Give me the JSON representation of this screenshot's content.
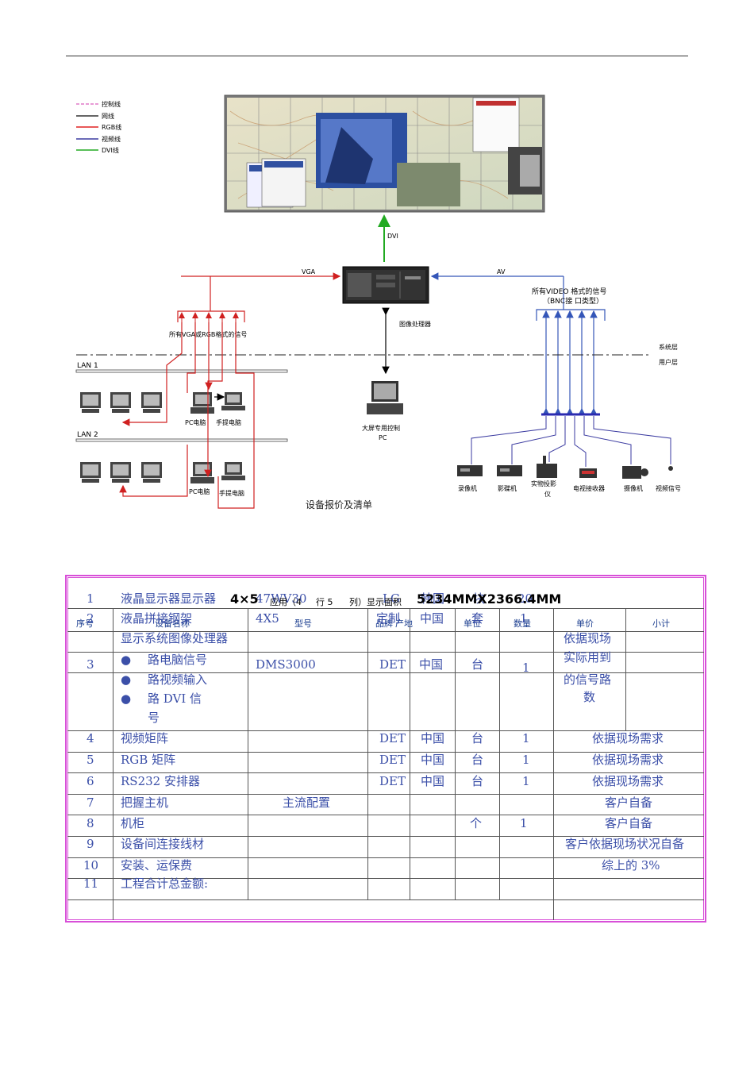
{
  "diagram": {
    "legend": [
      {
        "label": "控制线",
        "color": "#e07ac8"
      },
      {
        "label": "网线",
        "color": "#333333"
      },
      {
        "label": "RGB线",
        "color": "#e02020"
      },
      {
        "label": "视频线",
        "color": "#3a3aa0"
      },
      {
        "label": "DVI线",
        "color": "#22aa22"
      }
    ],
    "dvi_label": "DVI",
    "vga_label": "VGA",
    "av_label": "AV",
    "processor_label": "图像处理器",
    "vga_signals_label": "所有VGA或RGB格式的信号",
    "video_signals_label_1": "所有VIDEO 格式的信号",
    "video_signals_label_2": "（BNC接 口类型）",
    "system_layer": "系统层",
    "user_layer": "用户层",
    "lan1": "LAN 1",
    "lan2": "LAN 2",
    "pc_label": "PC电脑",
    "laptop_label": "手提电脑",
    "control_pc_1": "大屏专用控制",
    "control_pc_2": "PC",
    "devices": [
      "录像机",
      "影碟机",
      "实物投影",
      "电视接收器",
      "摄像机",
      "视频信号"
    ],
    "device_extra": "仪"
  },
  "caption": "设备报价及清单",
  "table": {
    "header": {
      "no": "序号",
      "name": "设备名称",
      "model": "型号",
      "brand": "品牌",
      "origin": "产地",
      "unit": "单位",
      "qty": "数量",
      "price": "单价",
      "subtotal": "小计"
    },
    "row1": {
      "no": "1",
      "name": "液晶显示器显示器",
      "model": "47WV30",
      "brand": "LG",
      "origin": "韩国",
      "unit": "块",
      "qty": "20",
      "overlay_a": "4×5",
      "overlay_b": "应用（4",
      "overlay_c": "行 5",
      "overlay_d": "列）显示面积",
      "overlay_e": "5234MMX2366.4MM"
    },
    "row2": {
      "no": "2",
      "name": "液晶拼接钢架",
      "model": "4X5",
      "brand": "定制",
      "origin": "中国",
      "unit": "套",
      "qty": "1"
    },
    "row3": {
      "no": "3",
      "name_1": "显示系统图像处理器",
      "name_2": "路电脑信号",
      "name_3": "路视频输入",
      "name_4": "路  DVI  信",
      "name_5": "号",
      "model": "DMS3000",
      "brand": "DET",
      "origin": "中国",
      "unit": "台",
      "qty": "1",
      "price_1": "依据现场",
      "price_2": "实际用到",
      "price_3": "的信号路",
      "price_4": "数"
    },
    "rows": [
      {
        "no": "4",
        "name": "视频矩阵",
        "brand": "DET",
        "origin": "中国",
        "unit": "台",
        "qty": "1",
        "price": "依据现场需求"
      },
      {
        "no": "5",
        "name": "RGB 矩阵",
        "brand": "DET",
        "origin": "中国",
        "unit": "台",
        "qty": "1",
        "price": "依据现场需求"
      },
      {
        "no": "6",
        "name": "RS232 安排器",
        "brand": "DET",
        "origin": "中国",
        "unit": "台",
        "qty": "1",
        "price": "依据现场需求"
      }
    ],
    "row7": {
      "no": "7",
      "name": "把握主机",
      "model": "主流配置",
      "price": "客户自备"
    },
    "row8": {
      "no": "8",
      "name": "机柜",
      "unit": "个",
      "qty": "1",
      "price": "客户自备"
    },
    "row9": {
      "no": "9",
      "name": "设备间连接线材",
      "price": "客户依据现场状况自备"
    },
    "row10": {
      "no": "10",
      "name": "安装、运保费",
      "price": "综上的 3%"
    },
    "row11": {
      "no": "11",
      "name": "工程合计总金额:"
    }
  }
}
